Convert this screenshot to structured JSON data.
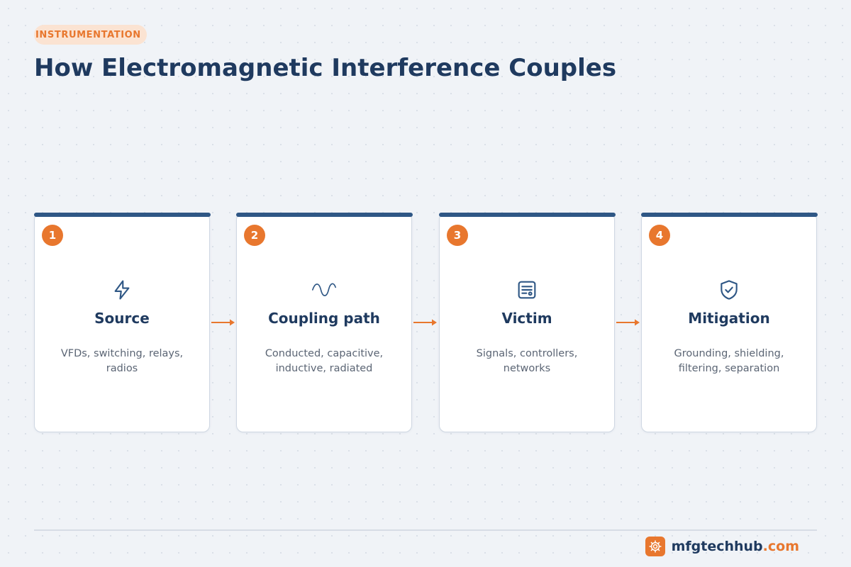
{
  "header": {
    "tag": "INSTRUMENTATION",
    "title": "How Electromagnetic Interference Couples"
  },
  "steps": [
    {
      "number": "1",
      "icon": "lightning-icon",
      "title": "Source",
      "description": "VFDs, switching, relays, radios"
    },
    {
      "number": "2",
      "icon": "sine-wave-icon",
      "title": "Coupling path",
      "description": "Conducted, capacitive, inductive, radiated"
    },
    {
      "number": "3",
      "icon": "document-icon",
      "title": "Victim",
      "description": "Signals, controllers, networks"
    },
    {
      "number": "4",
      "icon": "shield-check-icon",
      "title": "Mitigation",
      "description": "Grounding, shielding, filtering, separation"
    }
  ],
  "footer": {
    "brand_name": "mfgtechhub",
    "brand_domain": ".com",
    "logo_icon": "gear-icon"
  },
  "colors": {
    "accent": "#e8772e",
    "navy": "#1f3a5f",
    "card_top_bar": "#2f5785",
    "icon_stroke": "#2f5785",
    "background": "#f0f3f7"
  }
}
